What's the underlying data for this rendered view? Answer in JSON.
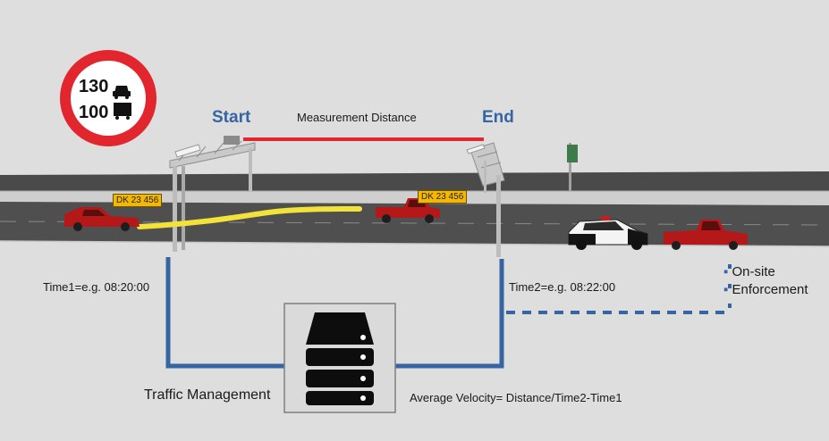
{
  "colors": {
    "accent_blue": "#3565a2",
    "measure_red": "#e1262d",
    "path_yellow": "#f2e23a",
    "car_red": "#b51818",
    "plate_yellow": "#f5b800"
  },
  "speed_sign": {
    "car_limit": "130",
    "truck_limit": "100",
    "icons": [
      "car-icon",
      "truck-icon"
    ]
  },
  "labels": {
    "start": "Start",
    "end": "End",
    "measurement": "Measurement Distance",
    "time1": "Time1=e.g. 08:20:00",
    "time2": "Time2=e.g. 08:22:00",
    "traffic_management": "Traffic Management",
    "average_velocity": "Average Velocity= Distance/Time2-Time1",
    "onsite_line1": "On-site",
    "onsite_line2": "Enforcement"
  },
  "plates": {
    "first": "DK 23 456",
    "second": "DK 23 456"
  },
  "icons": {
    "server": "server-icon",
    "police": "police-car-icon"
  }
}
